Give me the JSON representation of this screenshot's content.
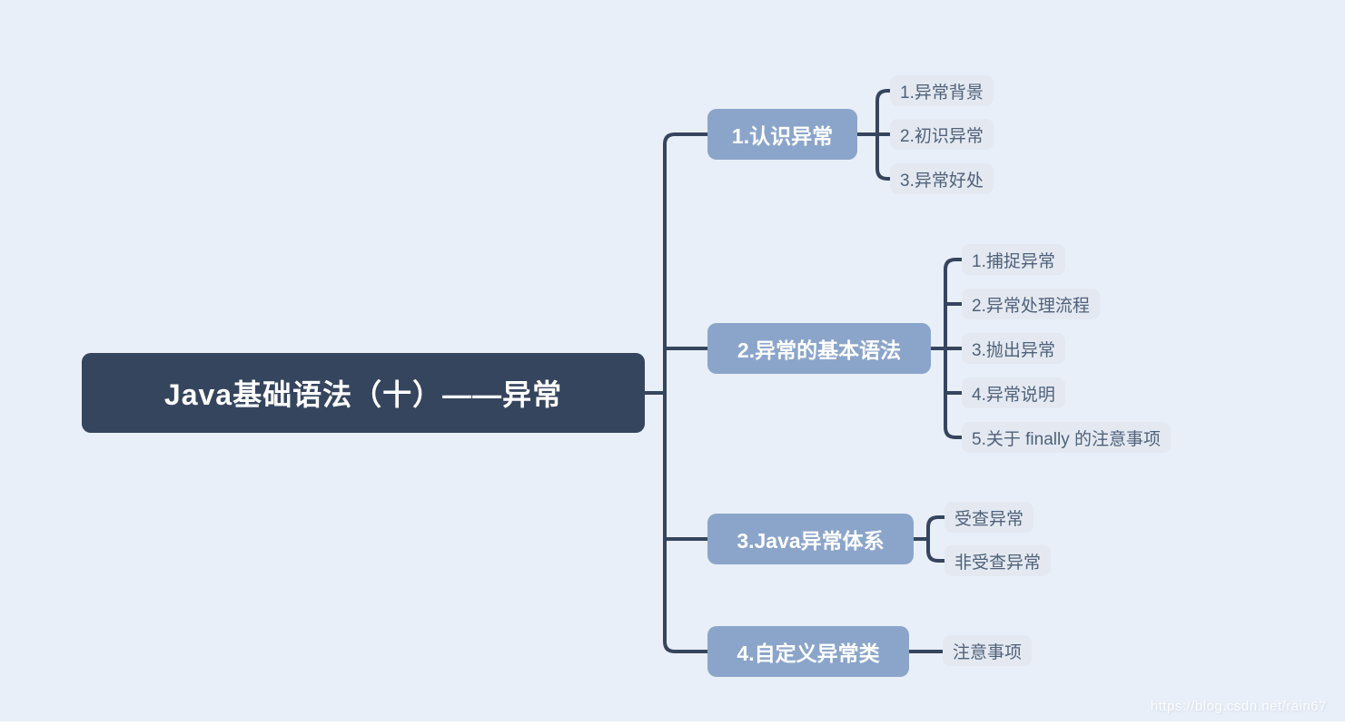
{
  "root": {
    "label": "Java基础语法（十）——异常"
  },
  "branches": [
    {
      "label": "1.认识异常",
      "children": [
        "1.异常背景",
        "2.初识异常",
        "3.异常好处"
      ]
    },
    {
      "label": "2.异常的基本语法",
      "children": [
        "1.捕捉异常",
        "2.异常处理流程",
        "3.抛出异常",
        "4.异常说明",
        "5.关于 finally 的注意事项"
      ]
    },
    {
      "label": "3.Java异常体系",
      "children": [
        "受查异常",
        "非受查异常"
      ]
    },
    {
      "label": "4.自定义异常类",
      "children": [
        "注意事项"
      ]
    }
  ],
  "watermark": "https://blog.csdn.net/rain67",
  "colors": {
    "background": "#e9eff8",
    "root_fill": "#36455e",
    "branch_fill": "#8ba5ca",
    "leaf_fill": "#e4e9f1",
    "leaf_text": "#4f617a",
    "node_text": "#ffffff",
    "connector": "#36455e"
  }
}
